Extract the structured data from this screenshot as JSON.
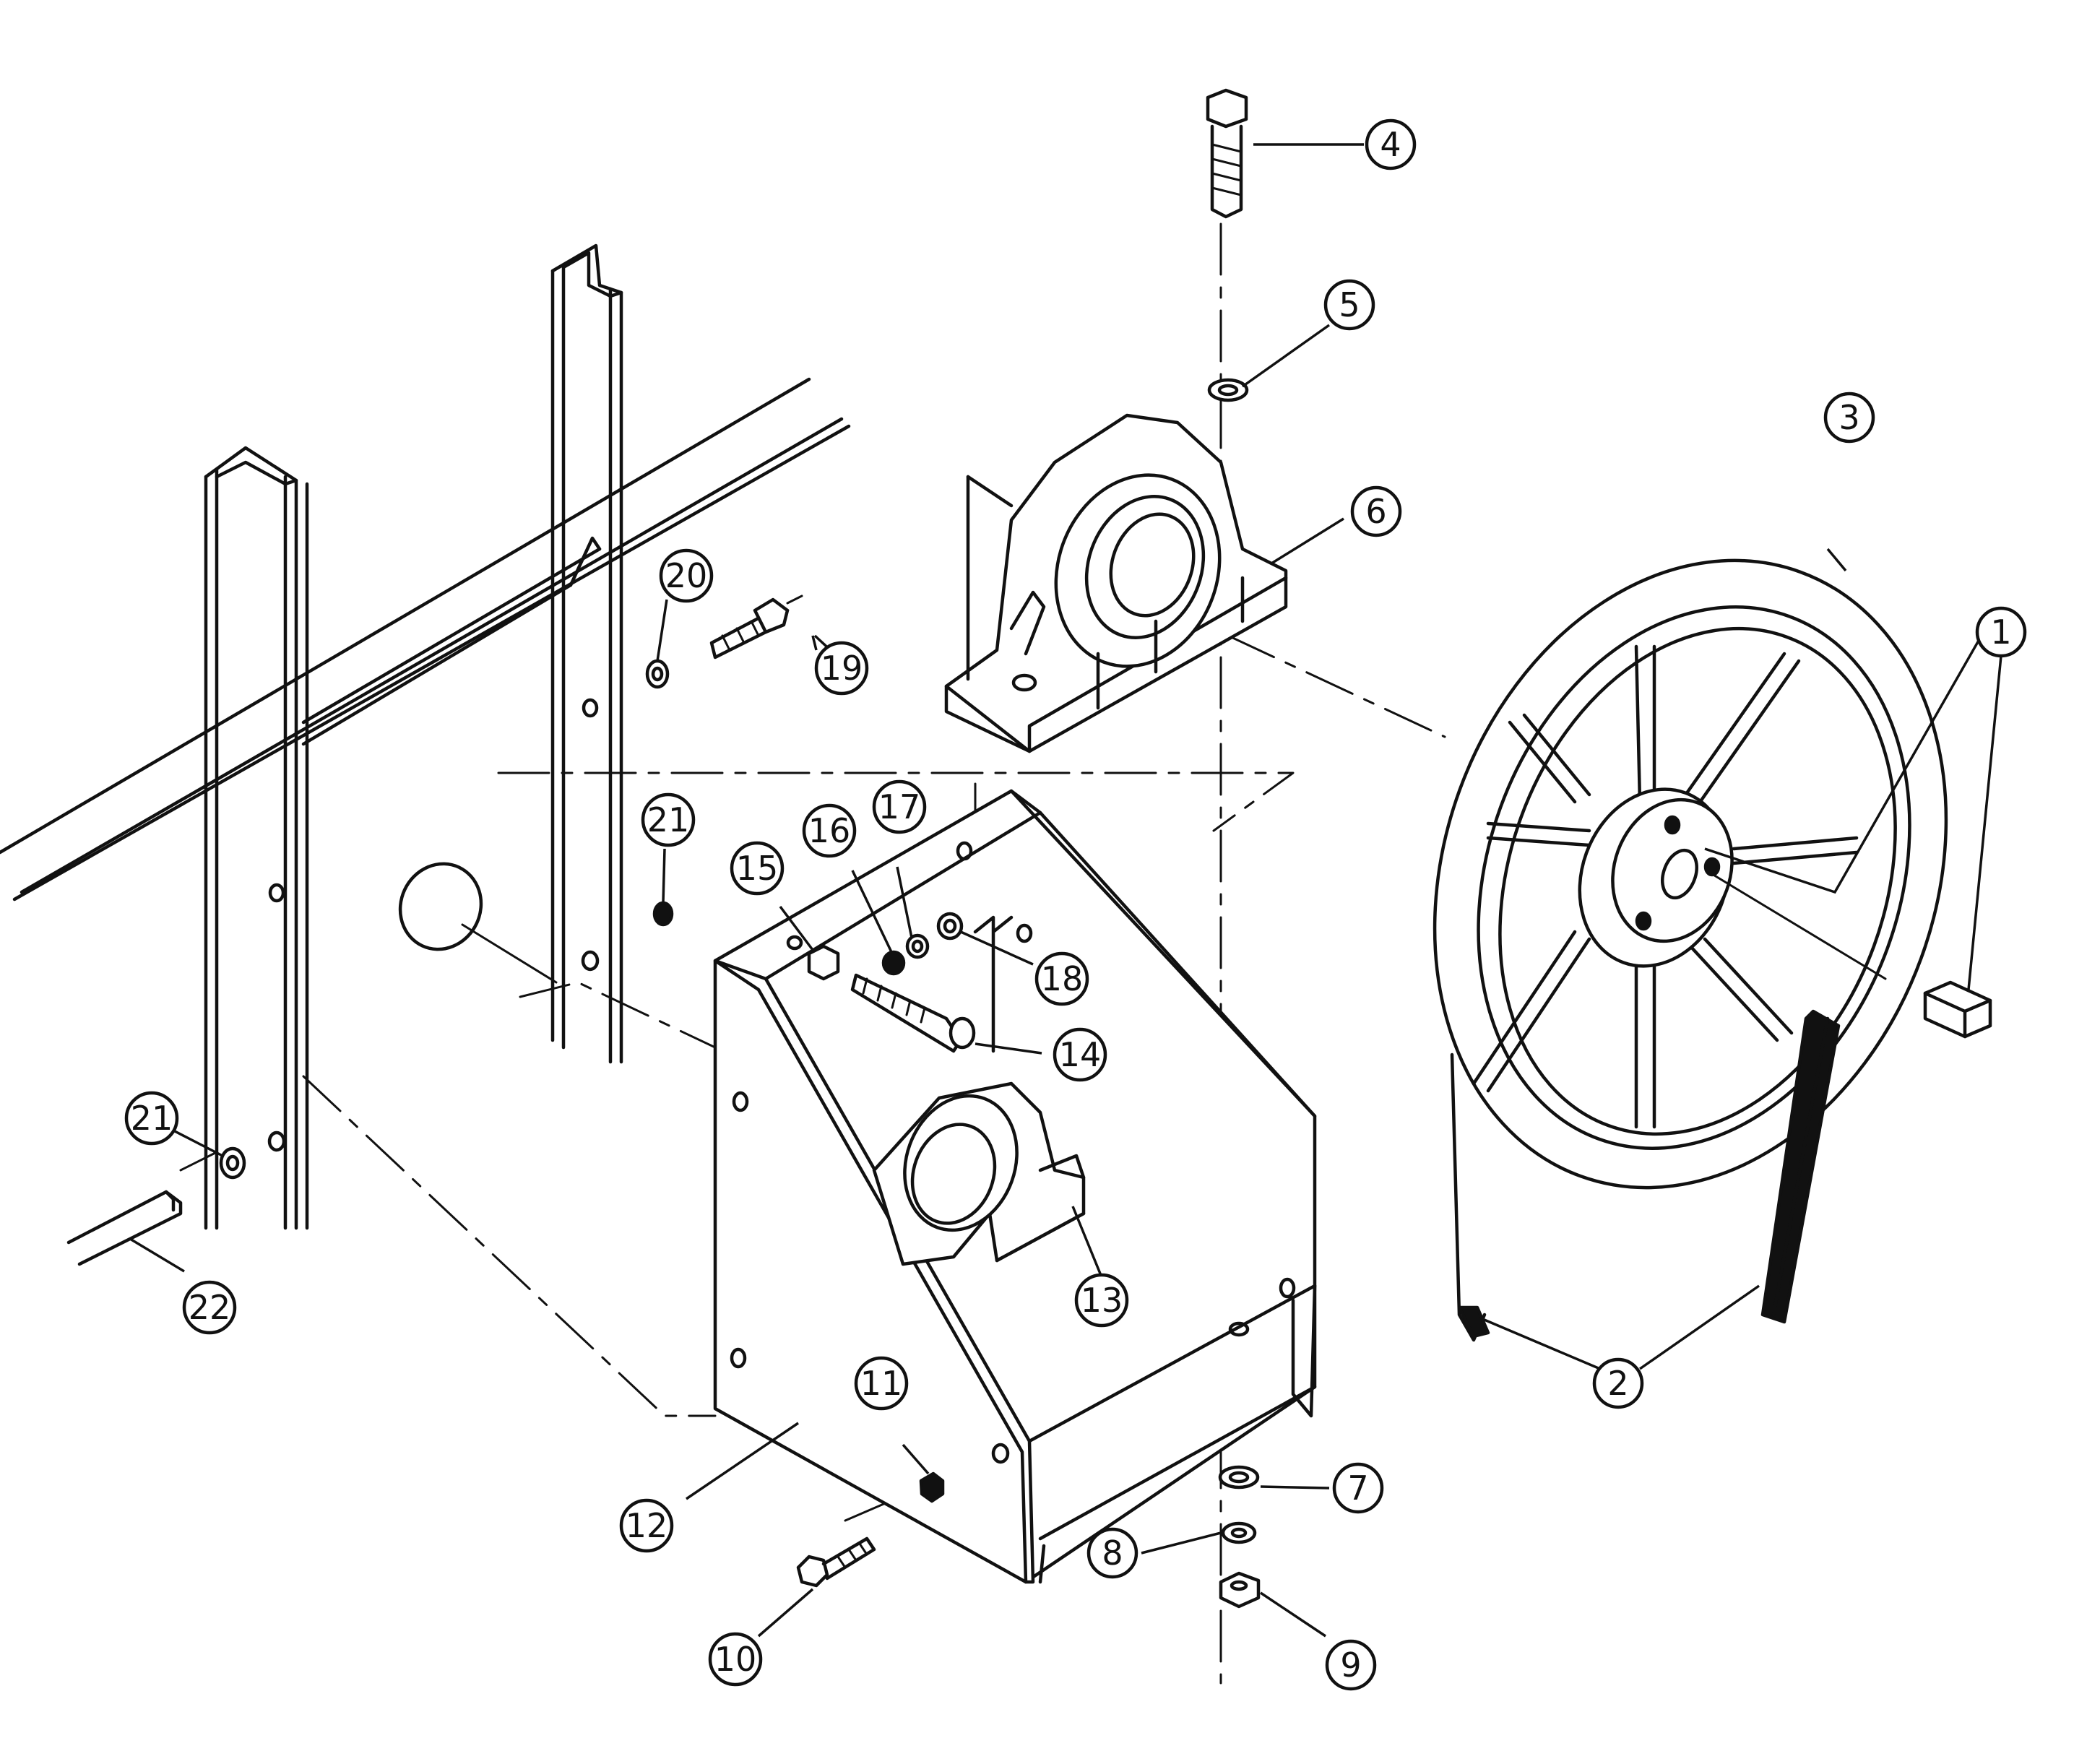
{
  "callouts": [
    {
      "key": "p1",
      "label": "1"
    },
    {
      "key": "p2",
      "label": "2"
    },
    {
      "key": "p3",
      "label": "3"
    },
    {
      "key": "p4",
      "label": "4"
    },
    {
      "key": "p5",
      "label": "5"
    },
    {
      "key": "p6",
      "label": "6"
    },
    {
      "key": "p7",
      "label": "7"
    },
    {
      "key": "p8",
      "label": "8"
    },
    {
      "key": "p9",
      "label": "9"
    },
    {
      "key": "p10",
      "label": "10"
    },
    {
      "key": "p11",
      "label": "11"
    },
    {
      "key": "p12",
      "label": "12"
    },
    {
      "key": "p13",
      "label": "13"
    },
    {
      "key": "p14",
      "label": "14"
    },
    {
      "key": "p15",
      "label": "15"
    },
    {
      "key": "p16",
      "label": "16"
    },
    {
      "key": "p17",
      "label": "17"
    },
    {
      "key": "p18",
      "label": "18"
    },
    {
      "key": "p19",
      "label": "19"
    },
    {
      "key": "p20",
      "label": "20"
    },
    {
      "key": "p21a",
      "label": "21"
    },
    {
      "key": "p21b",
      "label": "21"
    },
    {
      "key": "p22",
      "label": "22"
    }
  ]
}
